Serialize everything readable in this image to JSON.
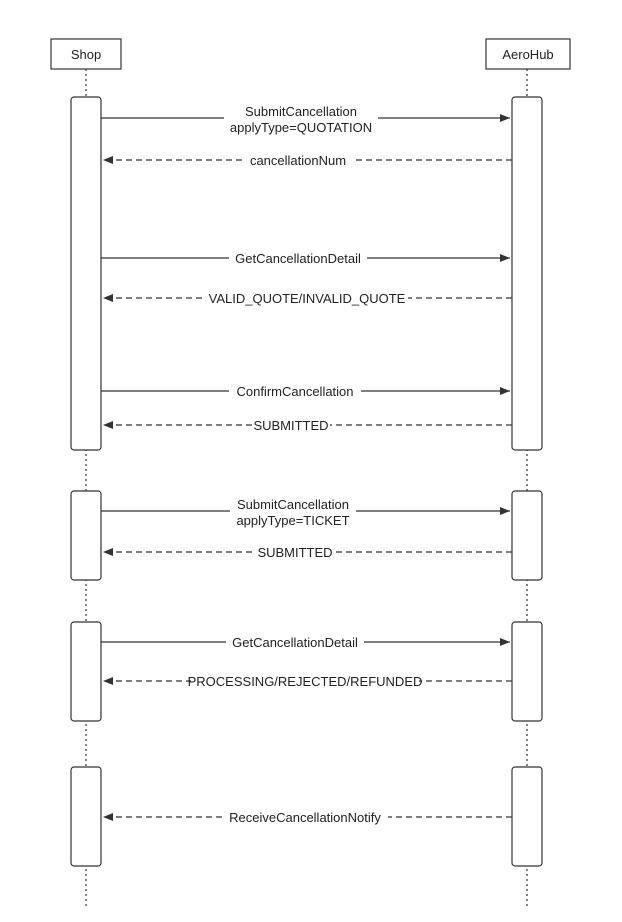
{
  "participants": [
    {
      "id": "shop",
      "label": "Shop"
    },
    {
      "id": "aerohub",
      "label": "AeroHub"
    }
  ],
  "messages": [
    {
      "from": "shop",
      "to": "aerohub",
      "style": "sync",
      "lines": [
        "SubmitCancellation",
        "applyType=QUOTATION"
      ]
    },
    {
      "from": "aerohub",
      "to": "shop",
      "style": "return",
      "lines": [
        "cancellationNum"
      ]
    },
    {
      "from": "shop",
      "to": "aerohub",
      "style": "sync",
      "lines": [
        "GetCancellationDetail"
      ]
    },
    {
      "from": "aerohub",
      "to": "shop",
      "style": "return",
      "lines": [
        "VALID_QUOTE/INVALID_QUOTE"
      ]
    },
    {
      "from": "shop",
      "to": "aerohub",
      "style": "sync",
      "lines": [
        "ConfirmCancellation"
      ]
    },
    {
      "from": "aerohub",
      "to": "shop",
      "style": "return",
      "lines": [
        "SUBMITTED"
      ]
    },
    {
      "from": "shop",
      "to": "aerohub",
      "style": "sync",
      "lines": [
        "SubmitCancellation",
        "applyType=TICKET"
      ]
    },
    {
      "from": "aerohub",
      "to": "shop",
      "style": "return",
      "lines": [
        "SUBMITTED"
      ]
    },
    {
      "from": "shop",
      "to": "aerohub",
      "style": "sync",
      "lines": [
        "GetCancellationDetail"
      ]
    },
    {
      "from": "aerohub",
      "to": "shop",
      "style": "return",
      "lines": [
        "PROCESSING/REJECTED/REFUNDED"
      ]
    },
    {
      "from": "aerohub",
      "to": "shop",
      "style": "return",
      "lines": [
        "ReceiveCancellationNotify"
      ]
    }
  ],
  "colors": {
    "line": "#333333",
    "box_fill": "#ffffff",
    "text": "#222222"
  }
}
